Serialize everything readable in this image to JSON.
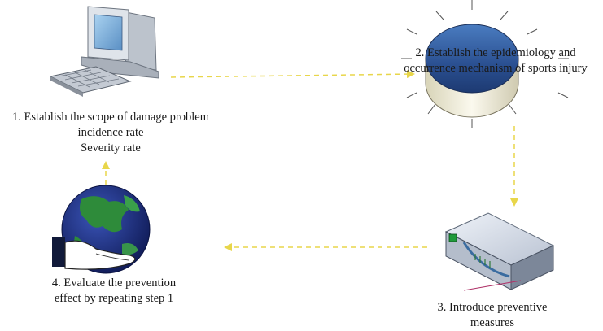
{
  "steps": {
    "step1": {
      "lines": [
        "1. Establish the scope of damage problem",
        "incidence rate",
        "Severity rate"
      ],
      "icon": "computer-icon"
    },
    "step2": {
      "lines": [
        "2. Establish the epidemiology and",
        "occurrence mechanism of sports injury"
      ],
      "icon": "database-disk-icon"
    },
    "step3": {
      "lines": [
        "3. Introduce preventive",
        "measures"
      ],
      "icon": "network-device-icon"
    },
    "step4": {
      "lines": [
        "4. Evaluate the prevention",
        "effect by repeating step 1"
      ],
      "icon": "globe-in-hand-icon"
    }
  },
  "colors": {
    "arrow": "#e8d64a",
    "disk_top": "#2d5a9c",
    "globe_ocean": "#1a2d7a",
    "globe_land": "#2e8b3a"
  }
}
